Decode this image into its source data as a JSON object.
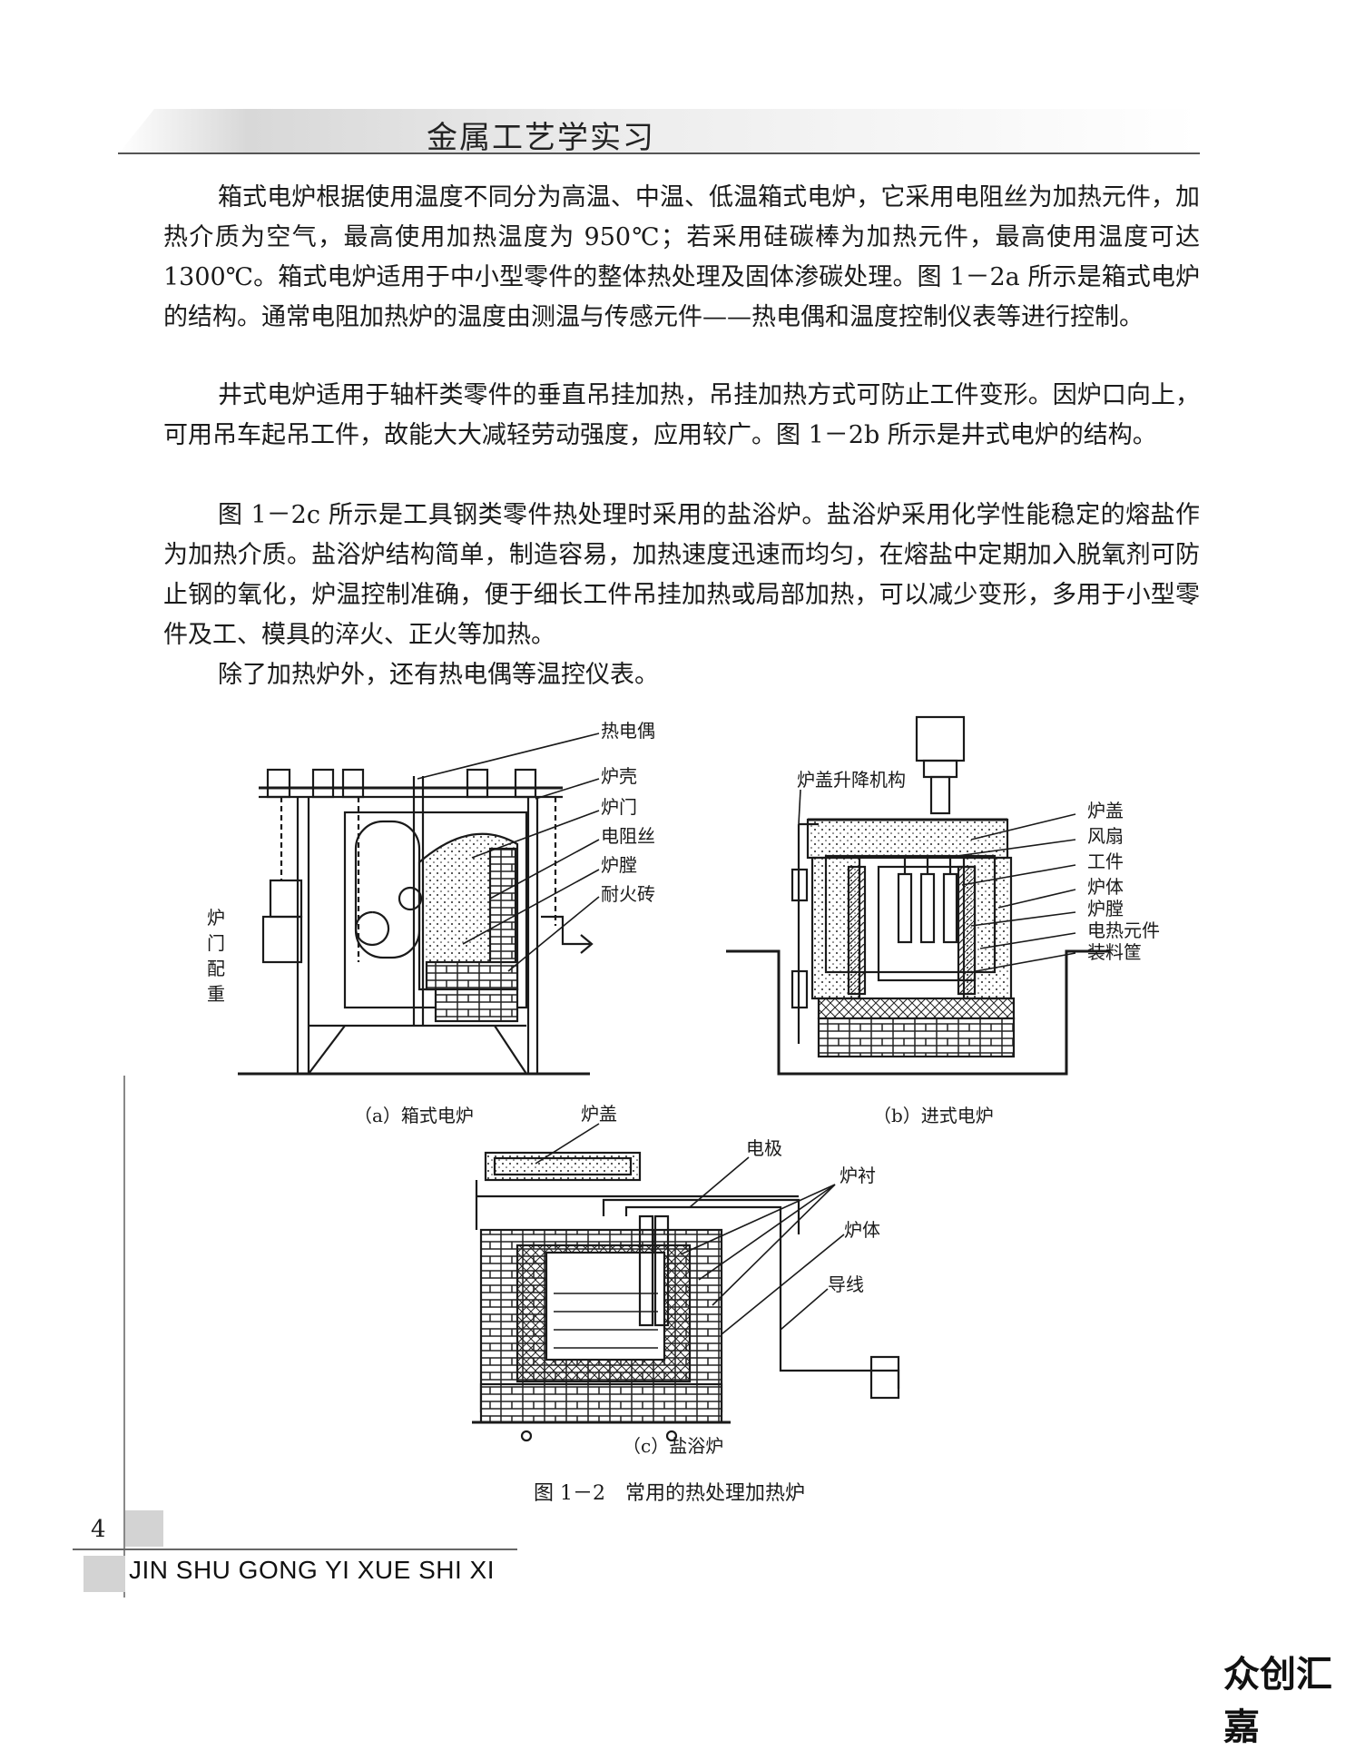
{
  "header": {
    "title": "金属工艺学实习"
  },
  "paragraphs": [
    "箱式电炉根据使用温度不同分为高温、中温、低温箱式电炉，它采用电阻丝为加热元件，加热介质为空气，最高使用加热温度为 950℃；若采用硅碳棒为加热元件，最高使用温度可达 1300℃。箱式电炉适用于中小型零件的整体热处理及固体渗碳处理。图 1－2a 所示是箱式电炉的结构。通常电阻加热炉的温度由测温与传感元件——热电偶和温度控制仪表等进行控制。",
    "井式电炉适用于轴杆类零件的垂直吊挂加热，吊挂加热方式可防止工件变形。因炉口向上，可用吊车起吊工件，故能大大减轻劳动强度，应用较广。图 1－2b 所示是井式电炉的结构。",
    "图 1－2c 所示是工具钢类零件热处理时采用的盐浴炉。盐浴炉采用化学性能稳定的熔盐作为加热介质。盐浴炉结构简单，制造容易，加热速度迅速而均匀，在熔盐中定期加入脱氧剂可防止钢的氧化，炉温控制准确，便于细长工件吊挂加热或局部加热，可以减少变形，多用于小型零件及工、模具的淬火、正火等加热。",
    "除了加热炉外，还有热电偶等温控仪表。"
  ],
  "figure": {
    "a": {
      "caption": "（a）箱式电炉",
      "labels": [
        "热电偶",
        "炉壳",
        "炉门",
        "电阻丝",
        "炉膛",
        "耐火砖"
      ],
      "side_label": [
        "炉",
        "门",
        "配",
        "重"
      ]
    },
    "b": {
      "caption": "（b）进式电炉",
      "top_label": "炉盖升降机构",
      "labels": [
        "炉盖",
        "风扇",
        "工件",
        "炉体",
        "炉膛",
        "电热元件",
        "装料筐"
      ]
    },
    "c": {
      "caption": "（c）盐浴炉",
      "top_label": "炉盖",
      "labels": [
        "电极",
        "炉衬",
        "炉体",
        "导线"
      ]
    },
    "caption": "图 1－2　常用的热处理加热炉"
  },
  "footer": {
    "page_number": "4",
    "running_title": "JIN SHU GONG YI XUE SHI XI"
  },
  "watermark": "众创汇嘉"
}
